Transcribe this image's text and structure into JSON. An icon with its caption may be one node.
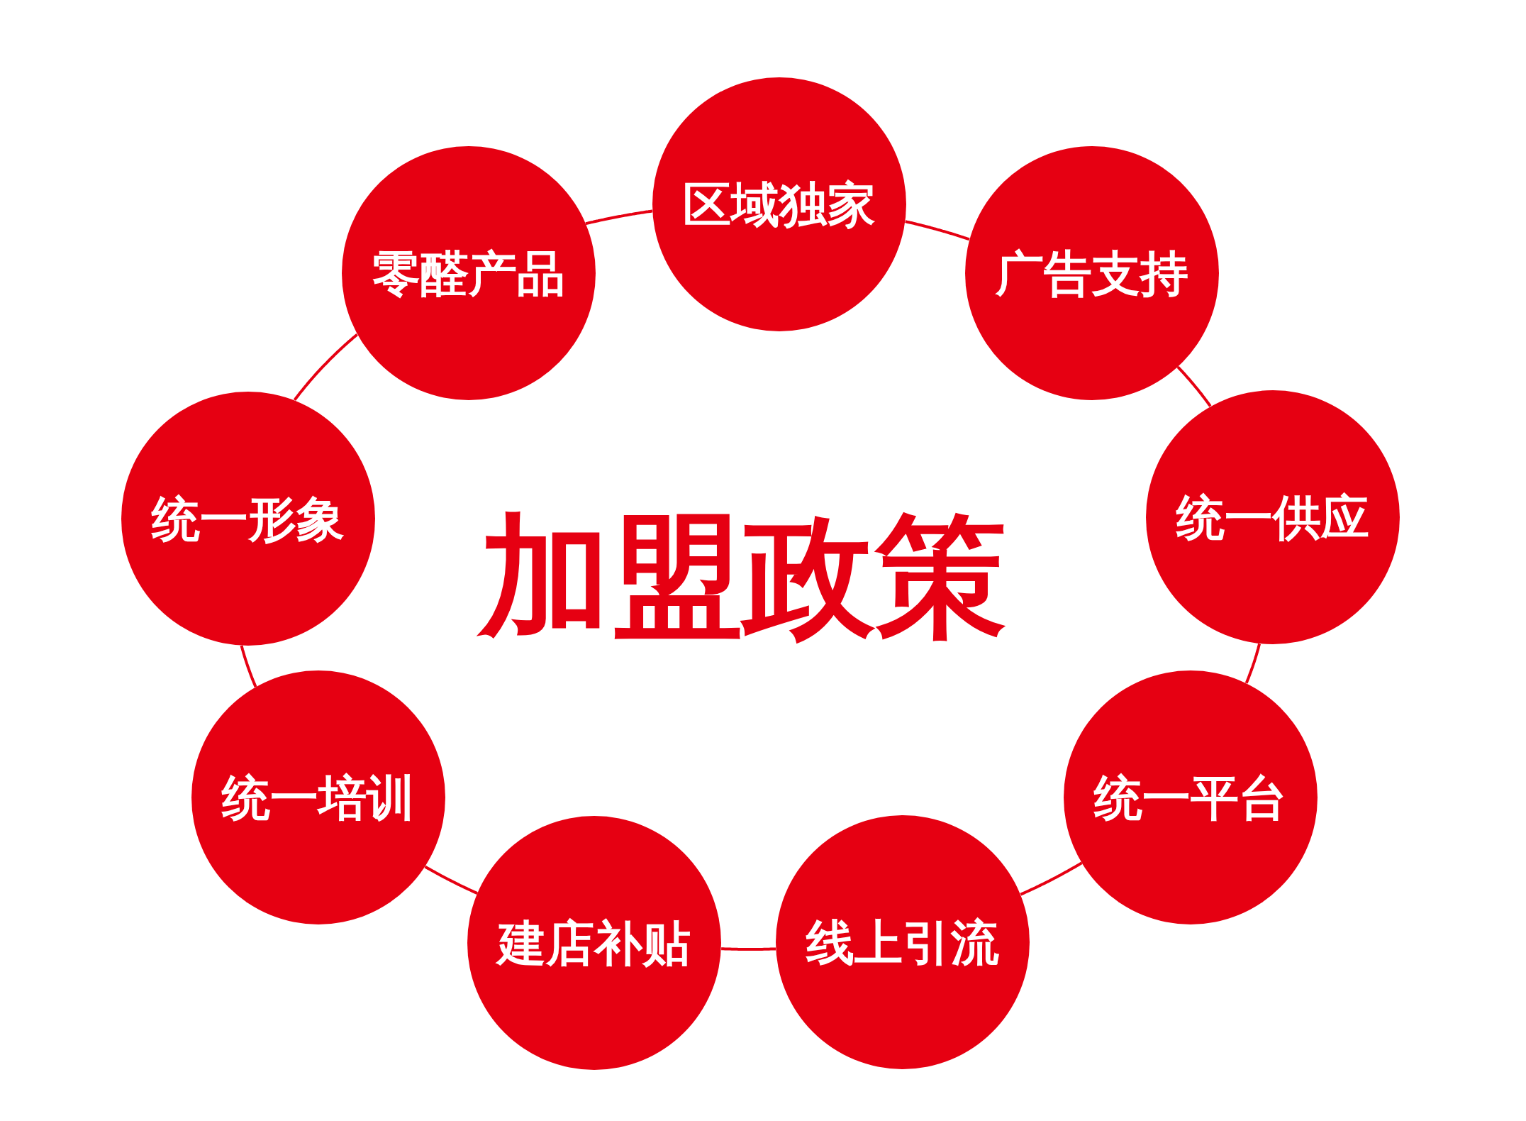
{
  "diagram": {
    "title": "加盟政策",
    "nodes": [
      {
        "text": [
          "区域独家"
        ]
      },
      {
        "text": [
          "零醛产品"
        ]
      },
      {
        "text": [
          "广告支持"
        ]
      },
      {
        "text": [
          "统一形象"
        ]
      },
      {
        "text": [
          "统一供应"
        ]
      },
      {
        "text": [
          "统一培训"
        ]
      },
      {
        "text": [
          "统一平台"
        ]
      },
      {
        "text": [
          "建店补贴"
        ]
      },
      {
        "text": [
          "线上引流"
        ]
      }
    ],
    "edges": [
      {
        "from": 0,
        "to": 2,
        "arrow": "none"
      },
      {
        "from": 2,
        "to": 4,
        "arrow": "none"
      },
      {
        "from": 4,
        "to": 6,
        "arrow": "none"
      },
      {
        "from": 6,
        "to": 8,
        "arrow": "none"
      },
      {
        "from": 8,
        "to": 7,
        "arrow": "none"
      },
      {
        "from": 7,
        "to": 5,
        "arrow": "none"
      },
      {
        "from": 5,
        "to": 3,
        "arrow": "none"
      },
      {
        "from": 3,
        "to": 1,
        "arrow": "none"
      },
      {
        "from": 1,
        "to": 0,
        "arrow": "none"
      }
    ]
  }
}
